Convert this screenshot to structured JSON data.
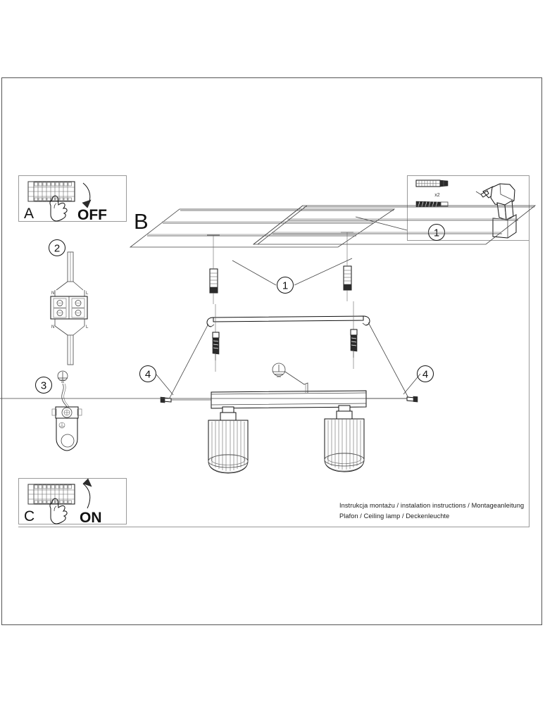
{
  "document": {
    "type": "assembly-instruction-sheet",
    "footer_line1": "Instrukcja montażu / instalation instructions / Montageanleitung",
    "footer_line2": "Plafon / Ceiling lamp / Deckenleuchte"
  },
  "panels": {
    "a": {
      "letter": "A",
      "action_label": "OFF",
      "description": "Switch the fuse box breaker off",
      "icon": "fuse-box-hand-icon",
      "arrow": "arrow-down-curved"
    },
    "c": {
      "letter": "C",
      "action_label": "ON",
      "description": "Switch the fuse box breaker on",
      "icon": "fuse-box-hand-icon",
      "arrow": "arrow-up-curved"
    },
    "b": {
      "letter": "B",
      "description": "Mount the ceiling lamp"
    },
    "tools": {
      "callout": "1",
      "quantity_label": "x2",
      "items": [
        "wall-plug-dowel",
        "screw",
        "cordless-drill"
      ]
    }
  },
  "steps": [
    {
      "number": "2",
      "description": "Connect N and L wires in the terminal block",
      "terminals": [
        "N",
        "L",
        "N",
        "L"
      ]
    },
    {
      "number": "3",
      "description": "Connect the earth wire to the bracket earth screw",
      "symbol": "earth-ground-symbol"
    }
  ],
  "callouts": [
    {
      "id": "tools-callout",
      "number": "1"
    },
    {
      "id": "ceiling-callout",
      "number": "1"
    },
    {
      "id": "left-setscrew-callout",
      "number": "4"
    },
    {
      "id": "right-setscrew-callout",
      "number": "4"
    }
  ],
  "product": {
    "name": "Ceiling lamp",
    "shade_count": 2,
    "earth_symbol": "earth-ground-symbol"
  },
  "colors": {
    "line": "#111111",
    "frame": "#9a9a9a",
    "border": "#555555",
    "hatch": "#8d8d8d"
  }
}
